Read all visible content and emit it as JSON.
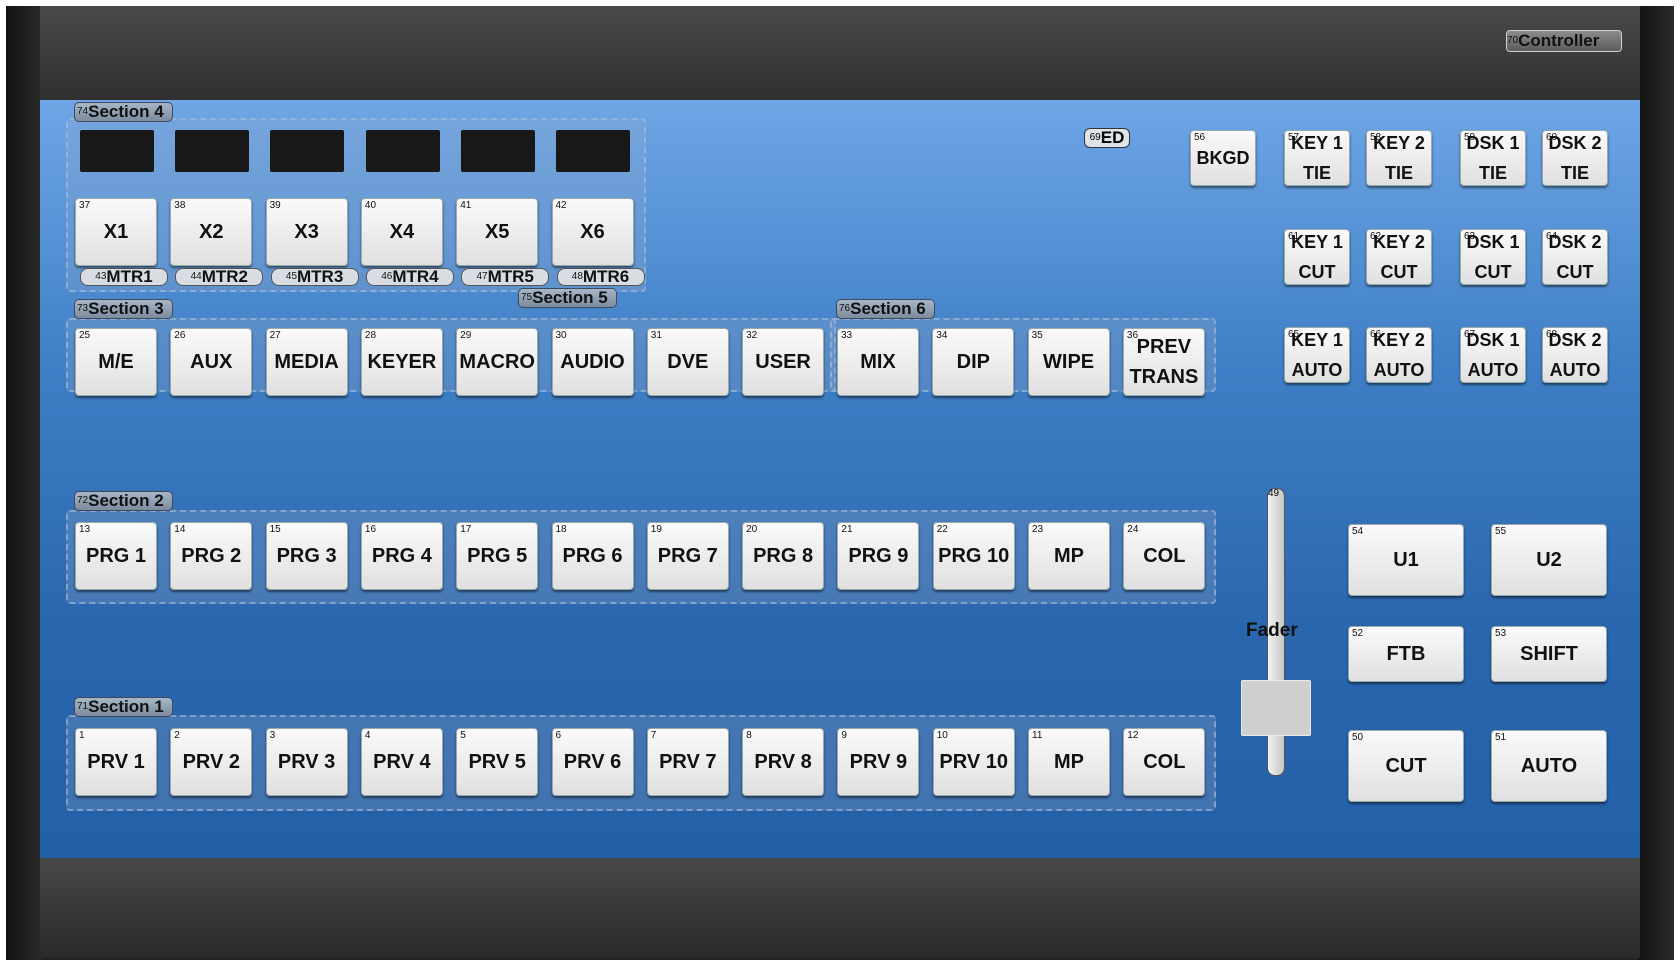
{
  "controller_label": {
    "num": "70",
    "text": "Controller"
  },
  "sections": {
    "s4": {
      "num": "74",
      "label": "Section 4"
    },
    "s3": {
      "num": "73",
      "label": "Section 3"
    },
    "s5": {
      "num": "75",
      "label": "Section 5"
    },
    "s6": {
      "num": "76",
      "label": "Section 6"
    },
    "s2": {
      "num": "72",
      "label": "Section 2"
    },
    "s1": {
      "num": "71",
      "label": "Section 1"
    }
  },
  "x_buttons": [
    {
      "n": "37",
      "t": "X1"
    },
    {
      "n": "38",
      "t": "X2"
    },
    {
      "n": "39",
      "t": "X3"
    },
    {
      "n": "40",
      "t": "X4"
    },
    {
      "n": "41",
      "t": "X5"
    },
    {
      "n": "42",
      "t": "X6"
    }
  ],
  "mtr": [
    {
      "n": "43",
      "t": "MTR1"
    },
    {
      "n": "44",
      "t": "MTR2"
    },
    {
      "n": "45",
      "t": "MTR3"
    },
    {
      "n": "46",
      "t": "MTR4"
    },
    {
      "n": "47",
      "t": "MTR5"
    },
    {
      "n": "48",
      "t": "MTR6"
    }
  ],
  "section3_buttons": [
    {
      "n": "25",
      "t": "M/E"
    },
    {
      "n": "26",
      "t": "AUX"
    },
    {
      "n": "27",
      "t": "MEDIA"
    },
    {
      "n": "28",
      "t": "KEYER"
    },
    {
      "n": "29",
      "t": "MACRO"
    },
    {
      "n": "30",
      "t": "AUDIO"
    },
    {
      "n": "31",
      "t": "DVE"
    },
    {
      "n": "32",
      "t": "USER"
    }
  ],
  "section6_buttons": [
    {
      "n": "33",
      "t": "MIX"
    },
    {
      "n": "34",
      "t": "DIP"
    },
    {
      "n": "35",
      "t": "WIPE"
    },
    {
      "n": "36",
      "t": "PREV\nTRANS"
    }
  ],
  "prg_buttons": [
    {
      "n": "13",
      "t": "PRG 1"
    },
    {
      "n": "14",
      "t": "PRG 2"
    },
    {
      "n": "15",
      "t": "PRG 3"
    },
    {
      "n": "16",
      "t": "PRG 4"
    },
    {
      "n": "17",
      "t": "PRG 5"
    },
    {
      "n": "18",
      "t": "PRG 6"
    },
    {
      "n": "19",
      "t": "PRG 7"
    },
    {
      "n": "20",
      "t": "PRG 8"
    },
    {
      "n": "21",
      "t": "PRG 9"
    },
    {
      "n": "22",
      "t": "PRG 10"
    },
    {
      "n": "23",
      "t": "MP"
    },
    {
      "n": "24",
      "t": "COL"
    }
  ],
  "prv_buttons": [
    {
      "n": "1",
      "t": "PRV 1"
    },
    {
      "n": "2",
      "t": "PRV 2"
    },
    {
      "n": "3",
      "t": "PRV 3"
    },
    {
      "n": "4",
      "t": "PRV 4"
    },
    {
      "n": "5",
      "t": "PRV 5"
    },
    {
      "n": "6",
      "t": "PRV 6"
    },
    {
      "n": "7",
      "t": "PRV 7"
    },
    {
      "n": "8",
      "t": "PRV 8"
    },
    {
      "n": "9",
      "t": "PRV 9"
    },
    {
      "n": "10",
      "t": "PRV 10"
    },
    {
      "n": "11",
      "t": "MP"
    },
    {
      "n": "12",
      "t": "COL"
    }
  ],
  "ed": {
    "num": "69",
    "text": "ED"
  },
  "bkgd": {
    "n": "56",
    "t": "BKGD"
  },
  "tie_row": [
    {
      "n": "57",
      "t": "KEY 1\nTIE"
    },
    {
      "n": "58",
      "t": "KEY 2\nTIE"
    },
    {
      "n": "59",
      "t": "DSK 1\nTIE"
    },
    {
      "n": "60",
      "t": "DSK 2\nTIE"
    }
  ],
  "cut_row": [
    {
      "n": "61",
      "t": "KEY 1\nCUT"
    },
    {
      "n": "62",
      "t": "KEY 2\nCUT"
    },
    {
      "n": "63",
      "t": "DSK 1\nCUT"
    },
    {
      "n": "64",
      "t": "DSK 2\nCUT"
    }
  ],
  "auto_row": [
    {
      "n": "65",
      "t": "KEY 1\nAUTO"
    },
    {
      "n": "66",
      "t": "KEY 2\nAUTO"
    },
    {
      "n": "67",
      "t": "DSK 1\nAUTO"
    },
    {
      "n": "68",
      "t": "DSK 2\nAUTO"
    }
  ],
  "fader": {
    "num": "49",
    "label": "Fader",
    "level": 0.85
  },
  "right_buttons": {
    "u1": {
      "n": "54",
      "t": "U1"
    },
    "u2": {
      "n": "55",
      "t": "U2"
    },
    "ftb": {
      "n": "52",
      "t": "FTB"
    },
    "shift": {
      "n": "53",
      "t": "SHIFT"
    },
    "cut": {
      "n": "50",
      "t": "CUT"
    },
    "auto": {
      "n": "51",
      "t": "AUTO"
    }
  }
}
